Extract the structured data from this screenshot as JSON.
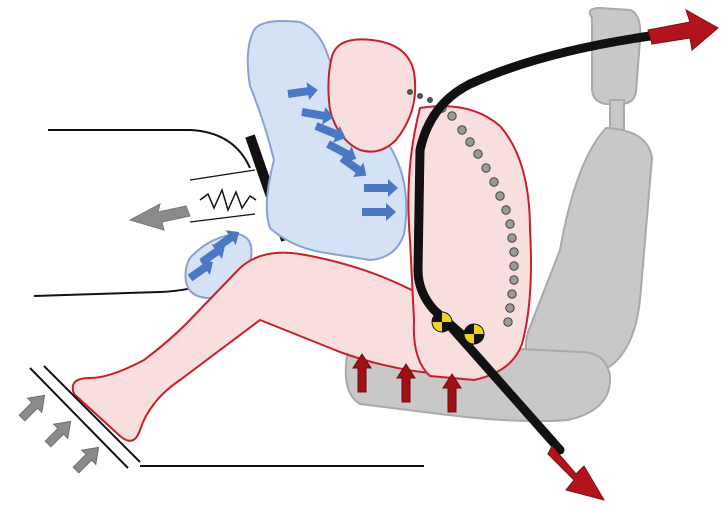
{
  "figure": {
    "description_free": true
  },
  "colors": {
    "occupant_fill": "#f9dede",
    "occupant_stroke": "#c8202a",
    "airbag_fill": "#d5e1f4",
    "airbag_stroke": "#8aa2cf",
    "airbag_arrow": "#4a78c2",
    "seat_fill": "#c8c8c8",
    "seat_stroke": "#a9a9a9",
    "belt": "#111111",
    "belt_arrow": "#b3141c",
    "seat_load_arrow": "#a01015",
    "grey_arrow": "#8a8a8a",
    "marker_yellow": "#f2d21b"
  },
  "icons": {
    "seat_pan_load_arrows": "arrow-up",
    "belt_anchor_arrows": "arrow-out",
    "floor_pedal_arrows": "arrow-diagonal",
    "steering_column_arrow": "arrow-left",
    "airbag_force_arrows": "arrow-right",
    "hip_markers": "crash-test-target"
  }
}
